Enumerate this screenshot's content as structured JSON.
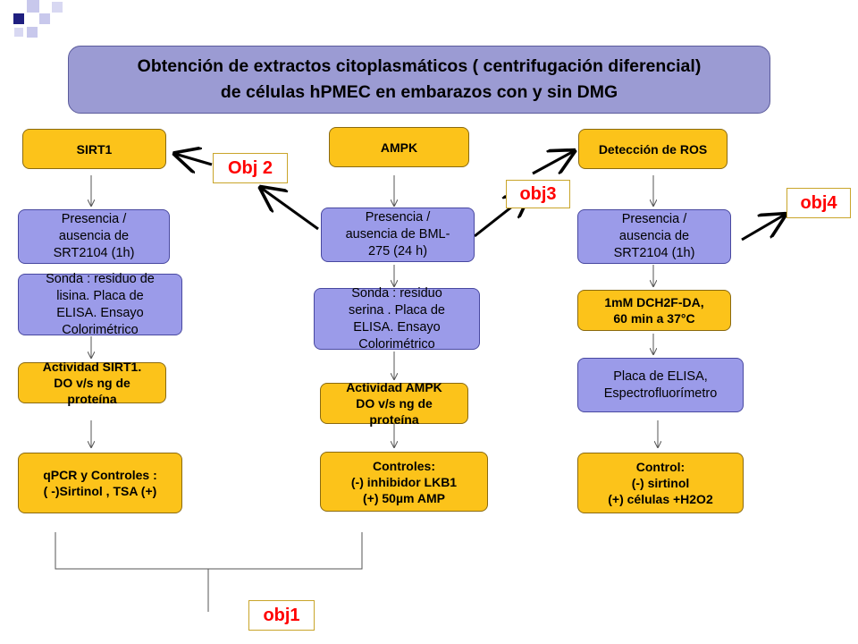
{
  "title": "Obtención de extractos citoplasmáticos ( centrifugación diferencial)\nde células hPMEC  en embarazos con y sin DMG",
  "columns": {
    "sirt1": {
      "header": "SIRT1",
      "step1": "Presencia /\nausencia de\nSRT2104 (1h)",
      "step2": "Sonda : residuo de\nlisina. Placa de\nELISA. Ensayo\nColorimétrico",
      "step3": "Actividad SIRT1.\nDO v/s ng de\nproteína",
      "step4": "qPCR y Controles :\n( -)Sirtinol , TSA (+)"
    },
    "ampk": {
      "header": "AMPK",
      "step1": "Presencia /\nausencia de BML-\n275 (24 h)",
      "step2": "Sonda : residuo\nserina . Placa de\nELISA.  Ensayo\nColorimétrico",
      "step3": "Actividad AMPK\nDO v/s ng de\nproteína",
      "step4": "Controles:\n(-)  inhibidor LKB1\n(+) 50µm AMP"
    },
    "ros": {
      "header": "Detección de ROS",
      "step1": "Presencia /\nausencia de\nSRT2104 (1h)",
      "step2": "1mM DCH2F-DA,\n60 min a 37°C",
      "step3": "Placa de ELISA,\nEspectrofluorímetro",
      "step4": "Control:\n(-) sirtinol\n(+) células +H2O2"
    }
  },
  "objectives": {
    "obj1": "obj1",
    "obj2": "Obj 2",
    "obj3": "obj3",
    "obj4": "obj4"
  },
  "colors": {
    "title_fill": "#9b9bd3",
    "purple_box": "#9b9be9",
    "yellow_box": "#fcc31a",
    "objective_text": "#ff0000",
    "corner_navy": "#1f1f80",
    "corner_lavender": "#c8c8ec"
  }
}
